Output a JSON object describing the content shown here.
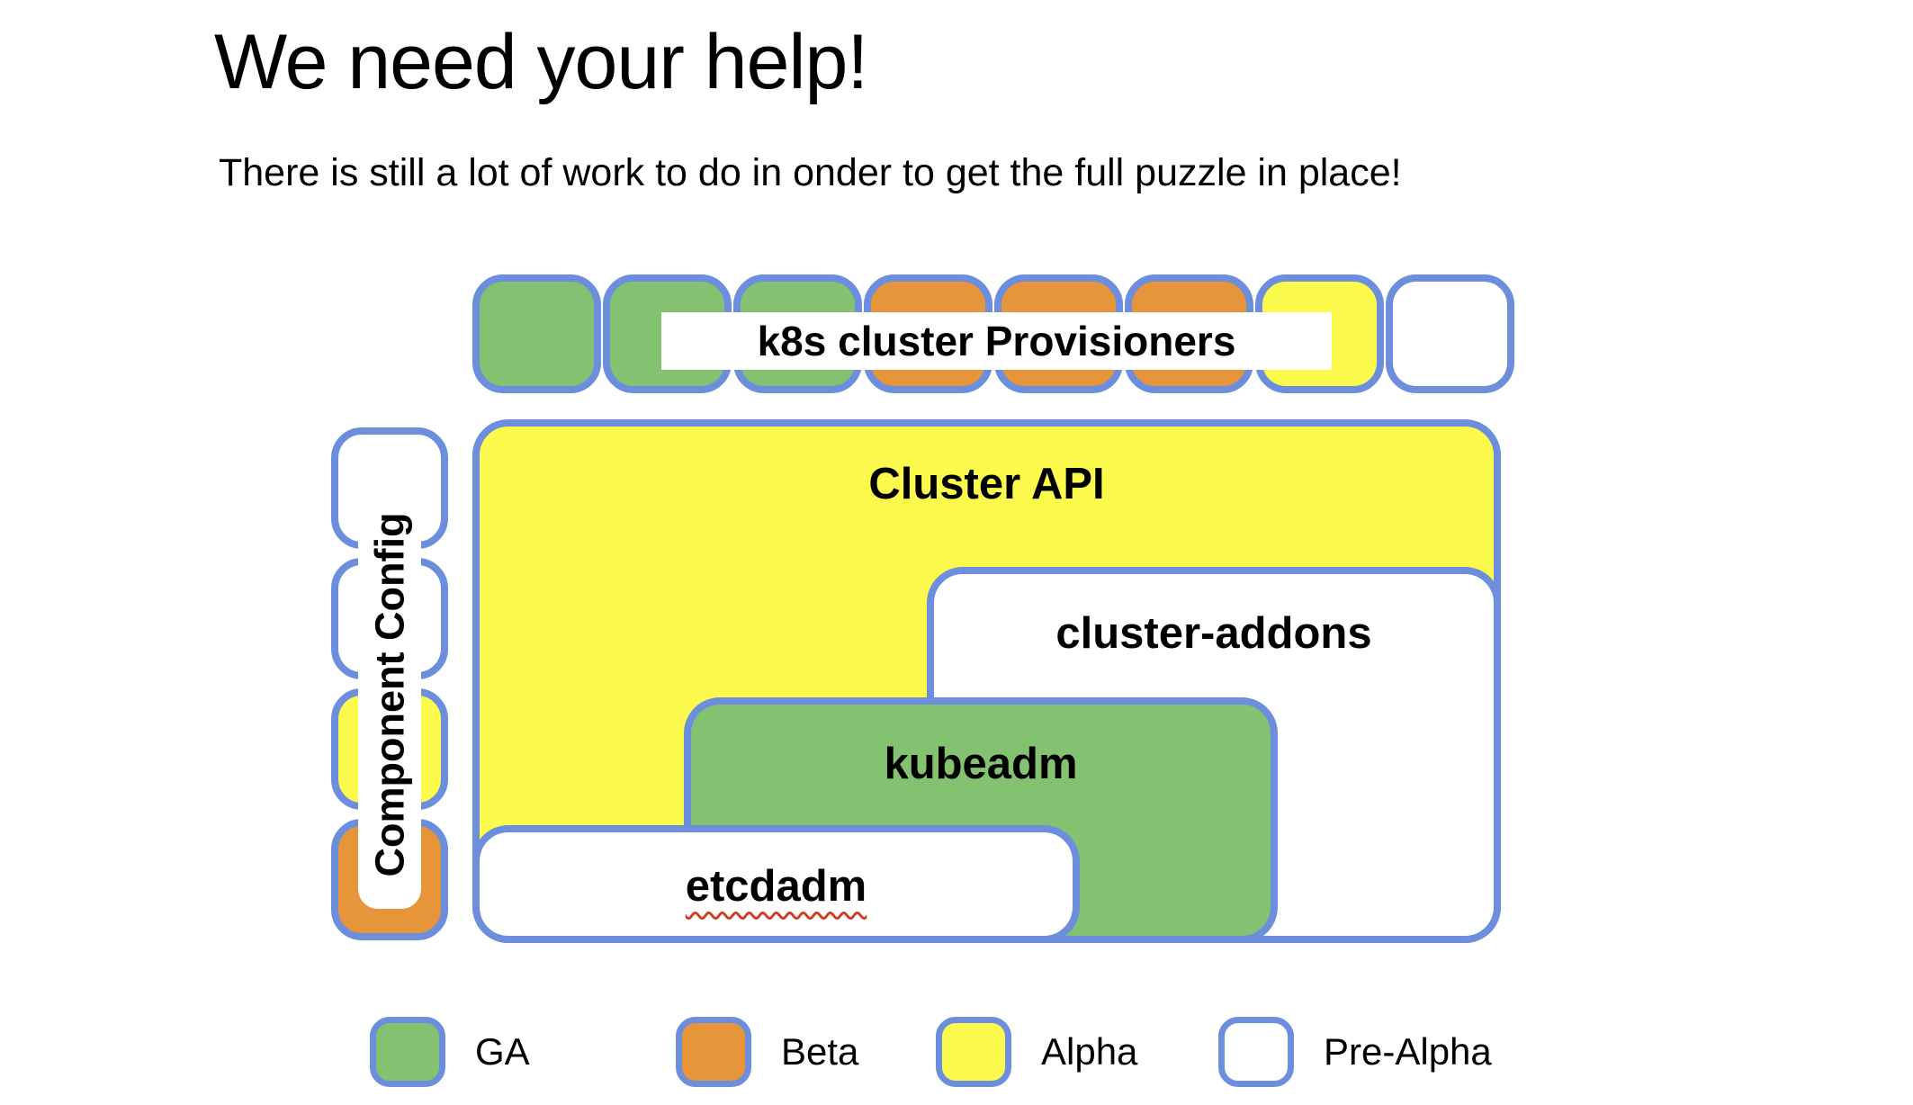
{
  "slide": {
    "title": "We need your help!",
    "subtitle": "There is still a lot of work to do in onder to get the full puzzle in place!"
  },
  "puzzle": {
    "provisioners": {
      "label": "k8s cluster Provisioners",
      "squares": [
        "ga",
        "ga",
        "ga",
        "beta",
        "beta",
        "beta",
        "alpha",
        "pre-alpha"
      ]
    },
    "component_config": {
      "label": "Component Config",
      "squares": [
        "pre-alpha",
        "pre-alpha",
        "alpha",
        "beta"
      ]
    },
    "cluster_api": {
      "label": "Cluster API",
      "status": "alpha"
    },
    "cluster_addons": {
      "label": "cluster-addons",
      "status": "pre-alpha"
    },
    "kubeadm": {
      "label": "kubeadm",
      "status": "ga"
    },
    "etcdadm": {
      "label": "etcdadm",
      "status": "pre-alpha"
    }
  },
  "legend": {
    "items": [
      {
        "label": "GA",
        "status": "ga"
      },
      {
        "label": "Beta",
        "status": "beta"
      },
      {
        "label": "Alpha",
        "status": "alpha"
      },
      {
        "label": "Pre-Alpha",
        "status": "pre-alpha"
      }
    ]
  },
  "colors": {
    "ga_green": "#84c272",
    "beta_orange": "#e6953b",
    "alpha_yellow": "#fdfa4e",
    "pre_alpha_white": "#ffffff",
    "border_blue": "#6c8edd",
    "spellcheck_red": "#cc4125"
  }
}
